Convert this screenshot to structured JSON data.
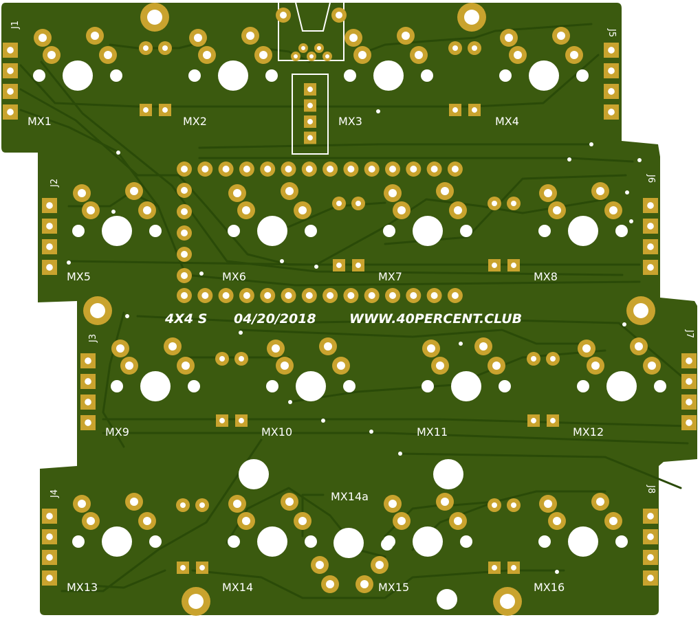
{
  "board": {
    "title": "4X4 S",
    "date": "04/20/2018",
    "website": "WWW.40PERCENT.CLUB",
    "colors": {
      "background": "#ffffff",
      "substrate": "#3b5a0f",
      "trace": "#2a4a08",
      "pad": "#c9a32e",
      "hole": "#ffffff",
      "silkscreen": "#ffffff"
    }
  },
  "switches": [
    {
      "label": "MX1"
    },
    {
      "label": "MX2"
    },
    {
      "label": "MX3"
    },
    {
      "label": "MX4"
    },
    {
      "label": "MX5"
    },
    {
      "label": "MX6"
    },
    {
      "label": "MX7"
    },
    {
      "label": "MX8"
    },
    {
      "label": "MX9"
    },
    {
      "label": "MX10"
    },
    {
      "label": "MX11"
    },
    {
      "label": "MX12"
    },
    {
      "label": "MX13"
    },
    {
      "label": "MX14"
    },
    {
      "label": "MX15"
    },
    {
      "label": "MX16"
    }
  ],
  "alt_switch": {
    "label": "MX14a"
  },
  "connectors": [
    {
      "label": "J1"
    },
    {
      "label": "J2"
    },
    {
      "label": "J3"
    },
    {
      "label": "J4"
    },
    {
      "label": "J5"
    },
    {
      "label": "J6"
    },
    {
      "label": "J7"
    },
    {
      "label": "J8"
    }
  ]
}
